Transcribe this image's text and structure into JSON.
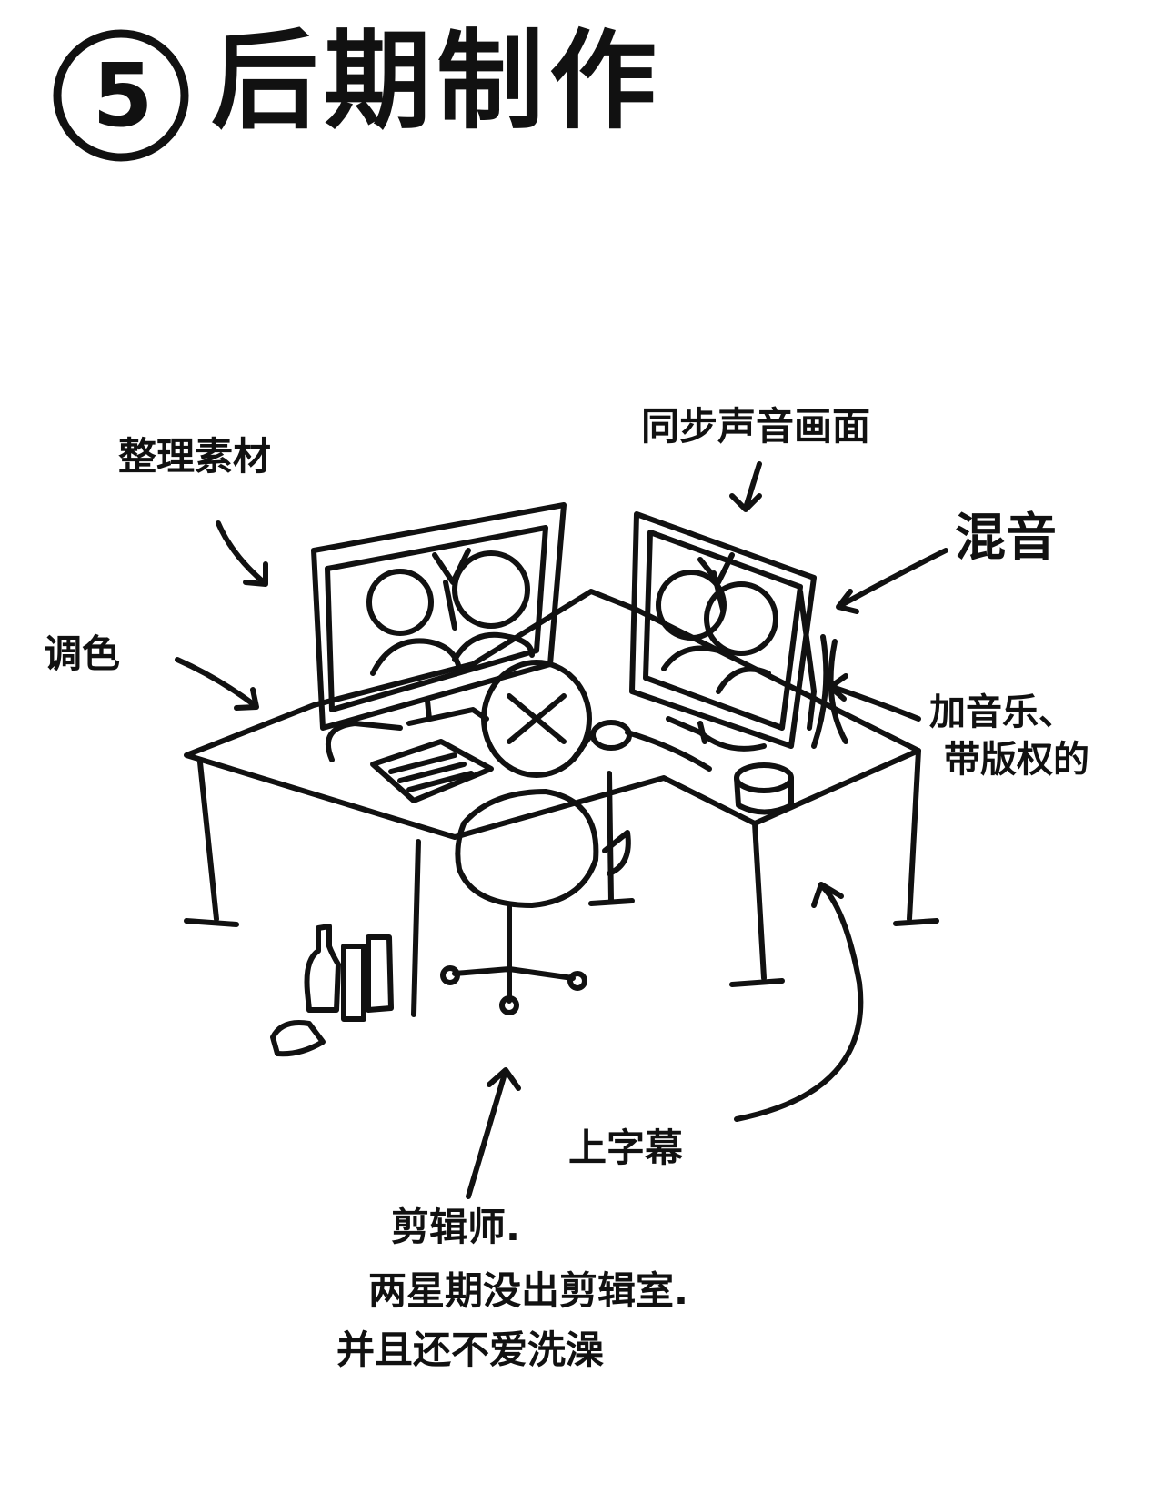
{
  "title": {
    "step_number": "5",
    "text": "后期制作"
  },
  "labels": {
    "organize_footage": "整理素材",
    "color_grading": "调色",
    "sync_sound_picture": "同步声音画面",
    "sound_mixing": "混音",
    "add_music_line1": "加音乐、",
    "add_music_line2": "带版权的",
    "subtitles": "上字幕",
    "editor_line1": "剪辑师.",
    "editor_line2": "两星期没出剪辑室.",
    "editor_line3": "并且还不爱洗澡"
  },
  "colors": {
    "ink": "#111111",
    "paper": "#ffffff"
  }
}
